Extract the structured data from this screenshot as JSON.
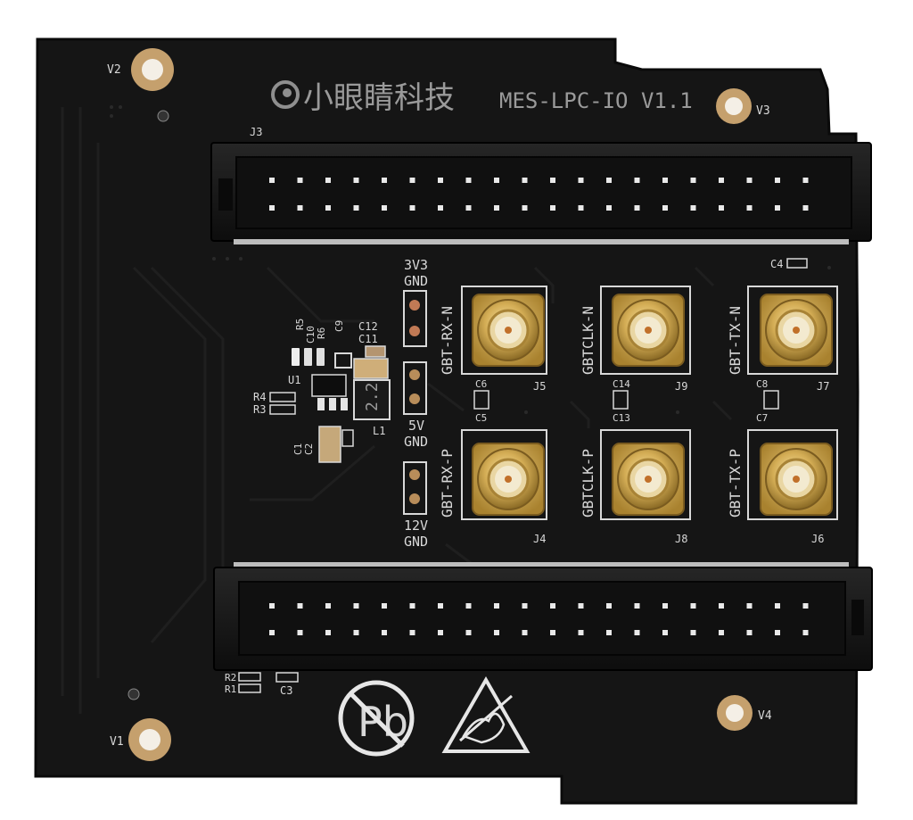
{
  "board": {
    "logo_text": "小眼睛科技",
    "model_text": "MES-LPC-IO V1.1",
    "colors": {
      "pcb": "#141414",
      "pcb_edge": "#0b0b0b",
      "silkscreen": "#d8d8d8",
      "gold": "#c9a24a",
      "gold_light": "#f0d68a",
      "header": "#1c1c1c"
    }
  },
  "mount_holes": [
    {
      "label": "V1"
    },
    {
      "label": "V2"
    },
    {
      "label": "V3"
    },
    {
      "label": "V4"
    }
  ],
  "headers": [
    {
      "label": "J3"
    },
    {
      "label": ""
    }
  ],
  "power_pads": [
    {
      "top": "3V3",
      "bottom": "GND"
    },
    {
      "top": "5V",
      "bottom": "GND"
    },
    {
      "top": "12V",
      "bottom": "GND"
    }
  ],
  "sma_connectors": [
    {
      "signal": "GBT-RX-N",
      "ref": "J5"
    },
    {
      "signal": "GBTCLK-N",
      "ref": "J9"
    },
    {
      "signal": "GBT-TX-N",
      "ref": "J7"
    },
    {
      "signal": "GBT-RX-P",
      "ref": "J4"
    },
    {
      "signal": "GBTCLK-P",
      "ref": "J8"
    },
    {
      "signal": "GBT-TX-P",
      "ref": "J6"
    }
  ],
  "components": {
    "inductor_value": "2.2",
    "refs": {
      "R5": "R5",
      "C10": "C10",
      "R6": "R6",
      "C9": "C9",
      "C12": "C12",
      "C11": "C11",
      "U1": "U1",
      "R4": "R4",
      "R3": "R3",
      "L1": "L1",
      "C1": "C1",
      "C2": "C2",
      "C4": "C4",
      "C6": "C6",
      "C5": "C5",
      "C14": "C14",
      "C13": "C13",
      "C8": "C8",
      "C7": "C7",
      "R2": "R2",
      "R1": "R1",
      "C3": "C3"
    }
  },
  "symbols": {
    "lead_free": "Pb",
    "esd_icon": "esd-warning-icon"
  }
}
